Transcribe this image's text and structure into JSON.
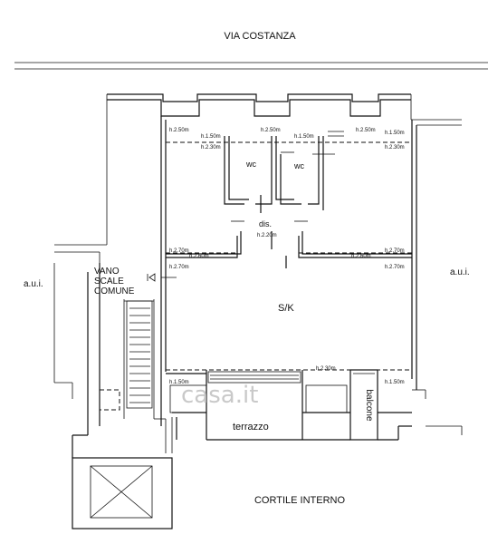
{
  "labels": {
    "street": "VIA COSTANZA",
    "courtyard": "CORTILE INTERNO",
    "aui_left": "a.u.i.",
    "aui_right": "a.u.i.",
    "vano_1": "VANO",
    "vano_2": "SCALE",
    "vano_3": "COMUNE",
    "wc_left": "wc",
    "wc_right": "wc",
    "dis": "dis.",
    "sk": "S/K",
    "terrazzo": "terrazzo",
    "balcone": "balcone",
    "watermark": "casa.it"
  },
  "heights": {
    "h_250_a": "h.2.50m",
    "h_150_a": "h.1.50m",
    "h_230_a": "h.2.30m",
    "h_250_b": "h.2.50m",
    "h_150_b": "h.1.50m",
    "h_250_c": "h.2.50m",
    "h_150_c": "h.1.50m",
    "h_230_c": "h.2.30m",
    "h_220": "h.2.20m",
    "h_270_a": "h.2.70m",
    "h_260_a": "h.2.60m",
    "h_260_b": "h.2.60m",
    "h_270_b": "h.2.70m",
    "h_270_c": "h.2.70m",
    "h_270_d": "h.2.70m",
    "h_230_d": "h.2.30m",
    "h_150_d": "h.1.50m",
    "h_150_e": "h.1.50m"
  }
}
